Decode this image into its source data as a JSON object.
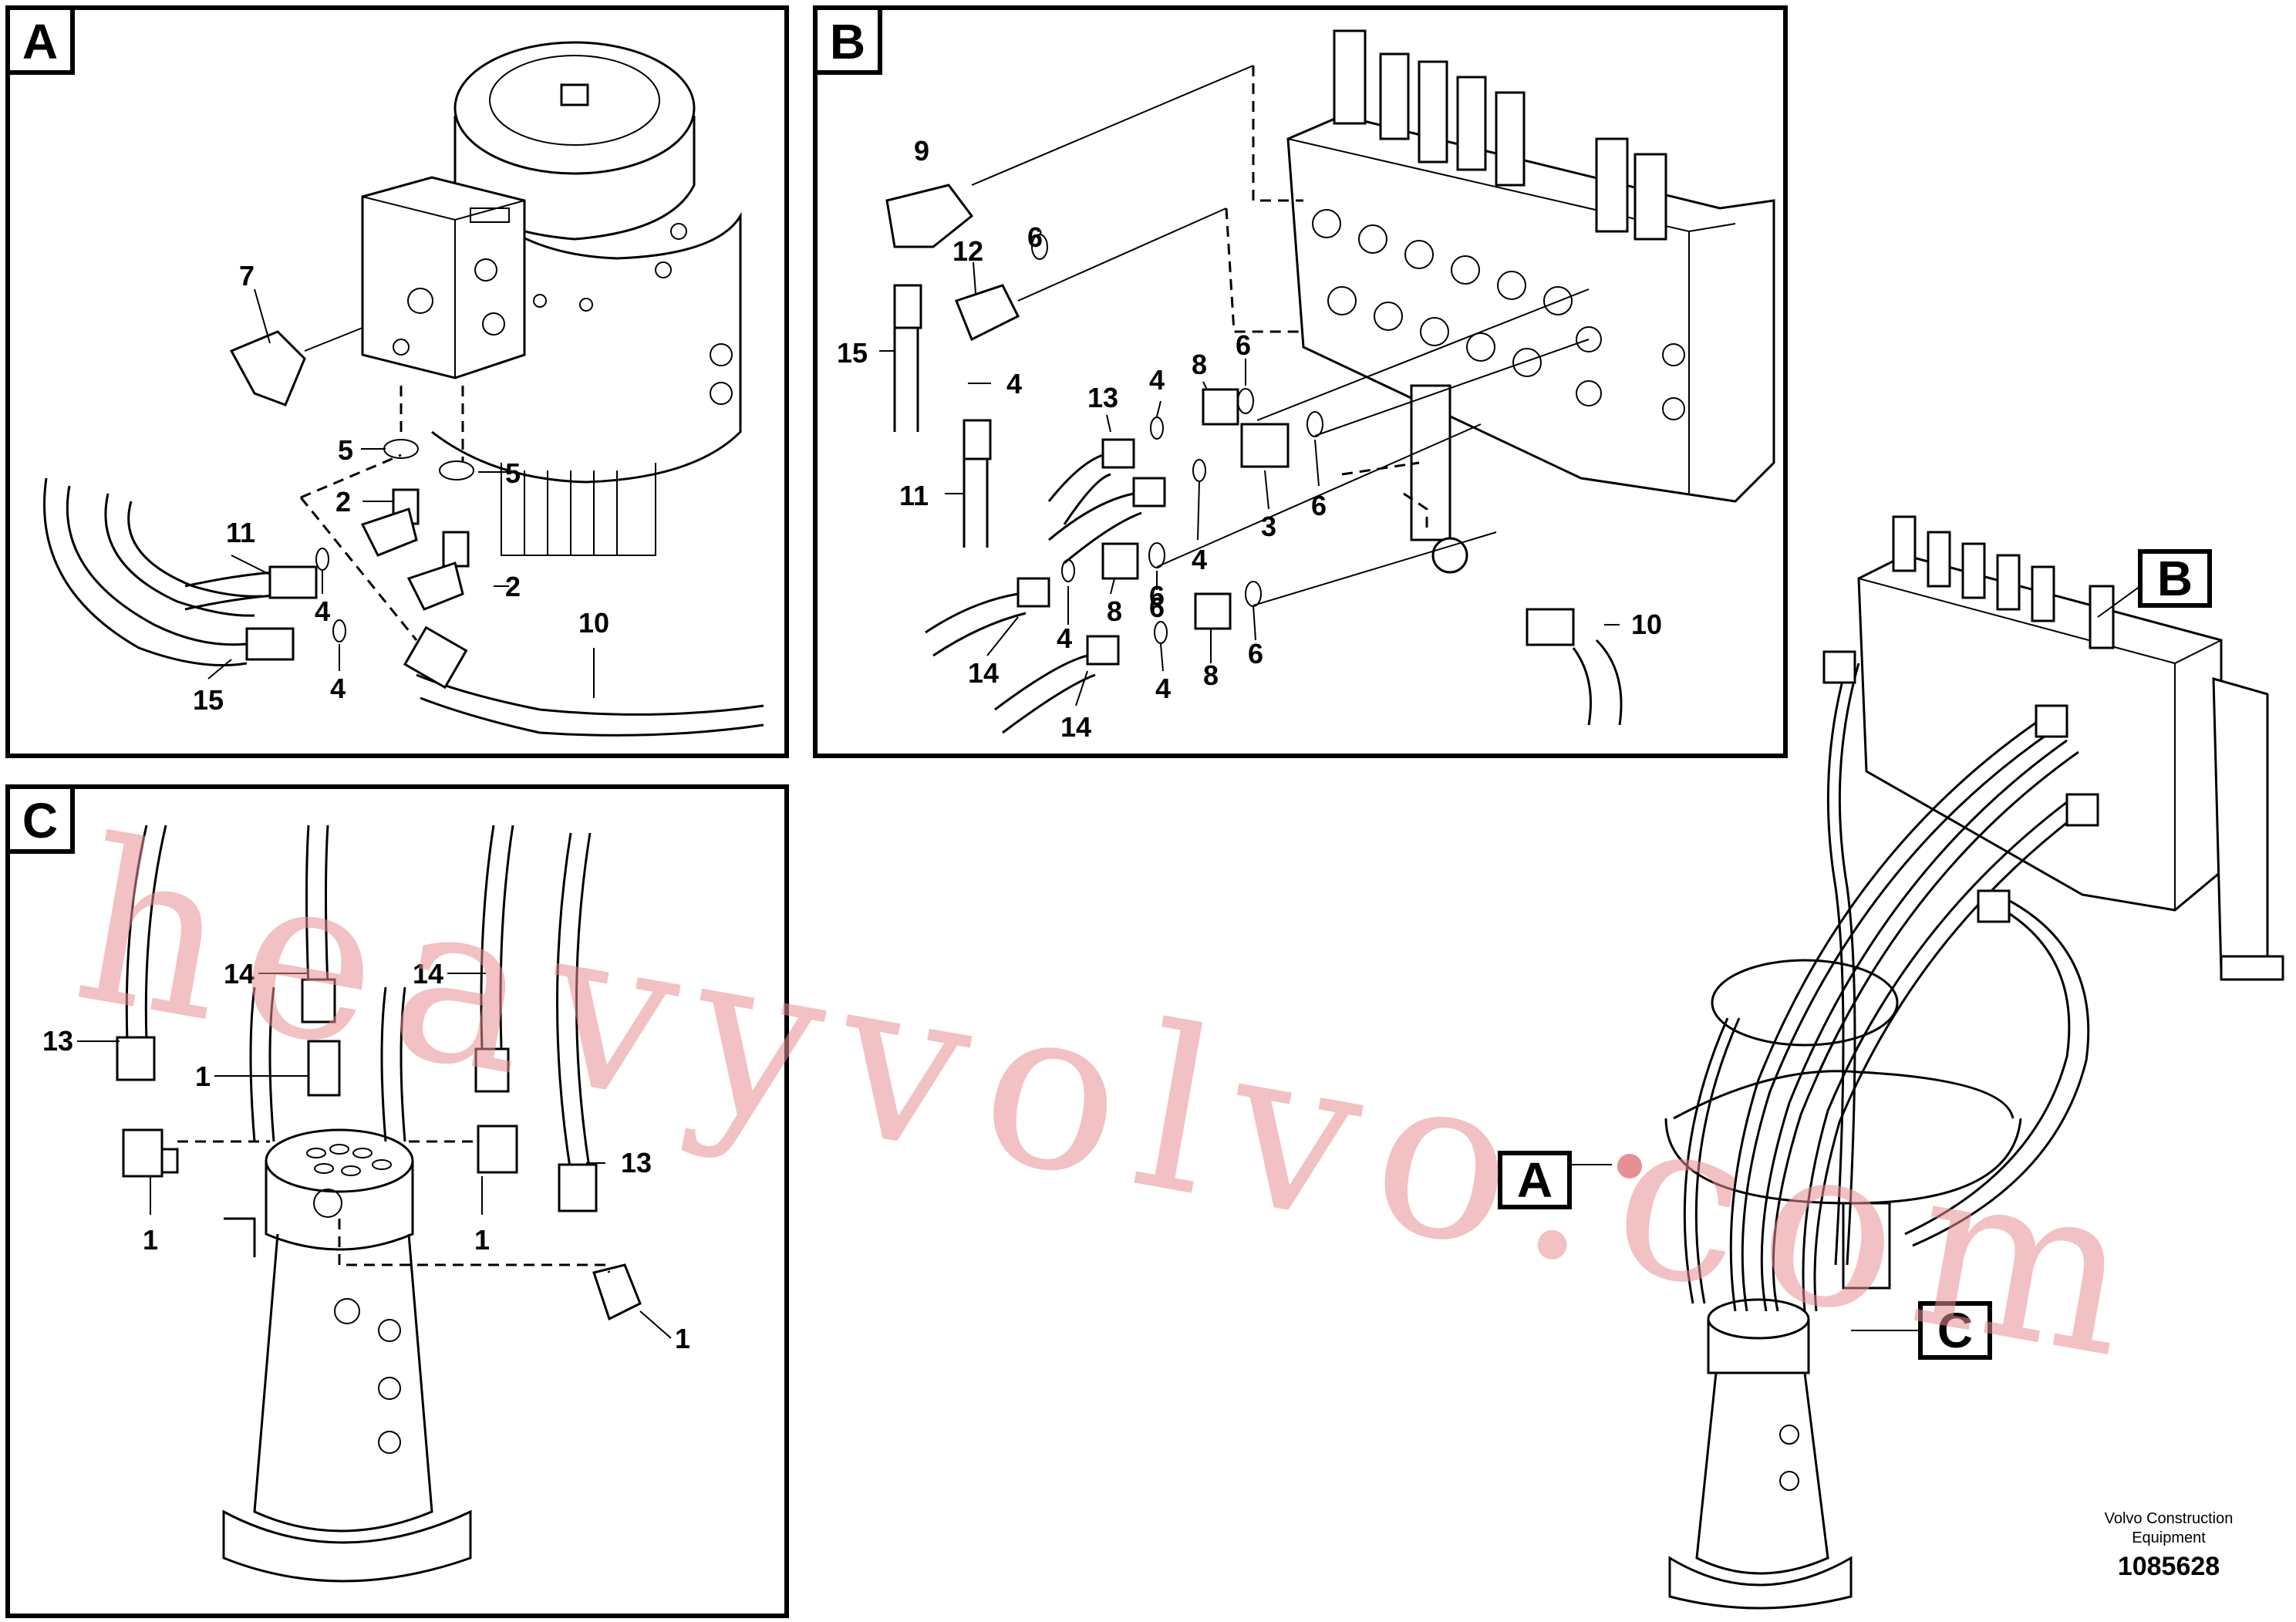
{
  "panels": [
    {
      "id": "A",
      "tag": "A"
    },
    {
      "id": "B",
      "tag": "B"
    },
    {
      "id": "C",
      "tag": "C"
    }
  ],
  "overview_tags": {
    "a": "A",
    "b": "B",
    "c": "C"
  },
  "panel_a_labels": [
    "7",
    "5",
    "5",
    "2",
    "2",
    "11",
    "4",
    "4",
    "15",
    "10"
  ],
  "panel_b_labels": [
    "9",
    "12",
    "6",
    "15",
    "4",
    "11",
    "13",
    "4",
    "8",
    "6",
    "3",
    "6",
    "4",
    "6",
    "4",
    "8",
    "6",
    "14",
    "4",
    "8",
    "6",
    "14",
    "10"
  ],
  "panel_c_labels": [
    "14",
    "14",
    "13",
    "1",
    "13",
    "1",
    "1",
    "1"
  ],
  "footer": {
    "company_line1": "Volvo Construction",
    "company_line2": "Equipment",
    "drawing_number": "1085628"
  },
  "watermark": {
    "text": "heavyvolvo.com",
    "color": "#e88f93"
  }
}
